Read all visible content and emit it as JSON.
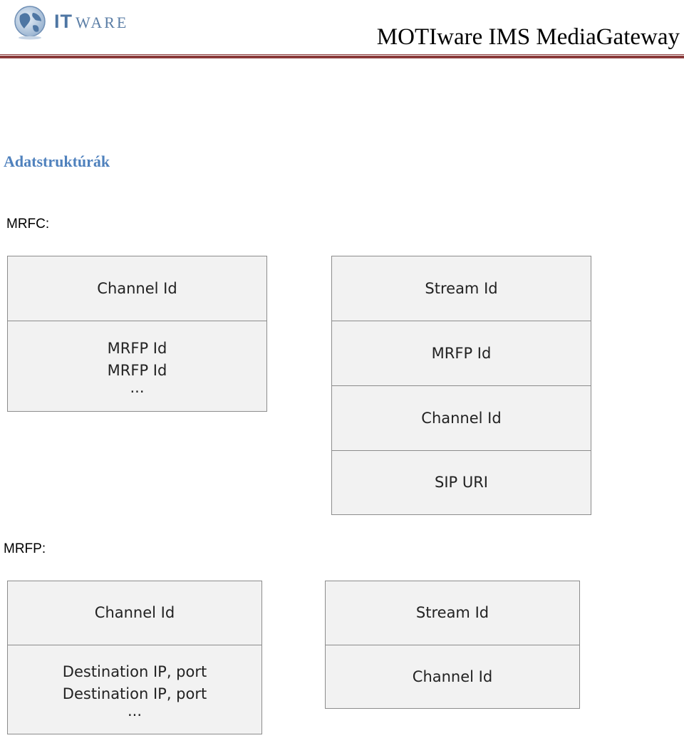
{
  "header": {
    "logo": {
      "it": "IT",
      "ware": "WARE"
    },
    "title": "MOTIware IMS MediaGateway",
    "accent_color": "#8b3a3a"
  },
  "section": {
    "heading": "Adatstruktúrák",
    "heading_color": "#4f81bd"
  },
  "mrfc": {
    "label": "MRFC:",
    "channel_table": {
      "header": "Channel Id",
      "items": [
        "MRFP Id",
        "MRFP Id",
        "..."
      ]
    },
    "stream_table": {
      "rows": [
        "Stream Id",
        "MRFP Id",
        "Channel Id",
        "SIP URI"
      ]
    }
  },
  "mrfp": {
    "label": "MRFP:",
    "channel_table": {
      "header": "Channel Id",
      "items": [
        "Destination IP, port",
        "Destination IP, port",
        "..."
      ]
    },
    "stream_table": {
      "rows": [
        "Stream Id",
        "Channel Id"
      ]
    }
  }
}
